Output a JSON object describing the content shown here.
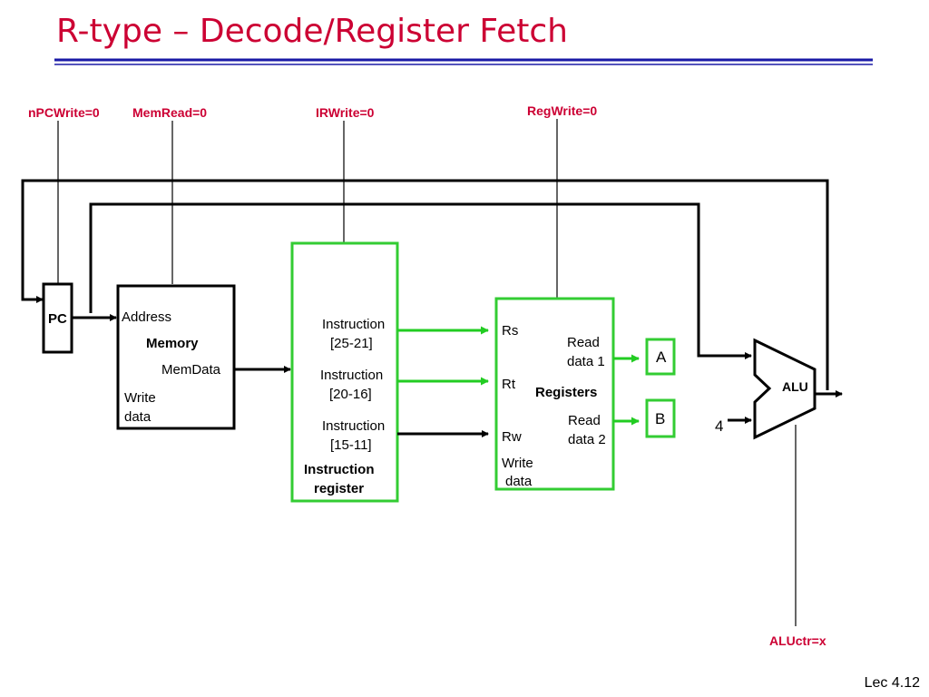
{
  "title": "R-type – Decode/Register Fetch",
  "controls": {
    "npcwrite": "nPCWrite=0",
    "memread": "MemRead=0",
    "irwrite": "IRWrite=0",
    "regwrite": "RegWrite=0",
    "aluctr": "ALUctr=x"
  },
  "pc": {
    "label": "PC"
  },
  "memory": {
    "address": "Address",
    "name": "Memory",
    "memdata": "MemData",
    "write_line1": "Write",
    "write_line2": "data"
  },
  "instruction_register": {
    "f1_line1": "Instruction",
    "f1_line2": "[25-21]",
    "f2_line1": "Instruction",
    "f2_line2": "[20-16]",
    "f3_line1": "Instruction",
    "f3_line2": "[15-11]",
    "name_line1": "Instruction",
    "name_line2": "register"
  },
  "registers": {
    "rs": "Rs",
    "rt": "Rt",
    "rw": "Rw",
    "write_line1": "Write",
    "write_line2": "data",
    "read1_line1": "Read",
    "read1_line2": "data 1",
    "read2_line1": "Read",
    "read2_line2": "data 2",
    "name": "Registers"
  },
  "latch_a": "A",
  "latch_b": "B",
  "constant_four": "4",
  "alu": {
    "label": "ALU"
  },
  "footer": "Lec 4.12",
  "colors": {
    "title": "#cc0033",
    "control_labels": "#cc0033",
    "active_path": "#33cc33",
    "rule": "#1a1aa6"
  }
}
